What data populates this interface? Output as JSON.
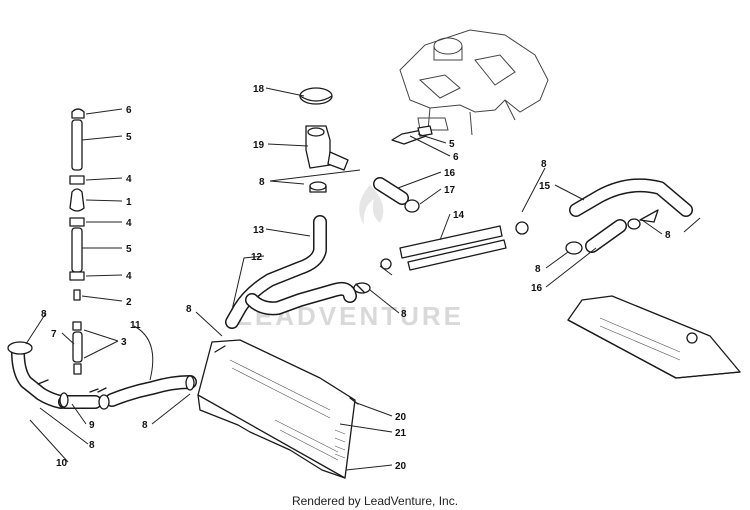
{
  "diagram": {
    "watermark": "LEADVENTURE",
    "footer": "Rendered by LeadVenture, Inc.",
    "callouts": {
      "c6a": "6",
      "c5a": "5",
      "c4a": "4",
      "c1": "1",
      "c4b": "4",
      "c5b": "5",
      "c4c": "4",
      "c2": "2",
      "c3": "3",
      "c7": "7",
      "c8a": "8",
      "c11": "11",
      "c9": "9",
      "c8b": "8",
      "c10": "10",
      "c8c": "8",
      "c18": "18",
      "c19": "19",
      "c8d": "8",
      "c6b": "6",
      "c5c": "5",
      "c16a": "16",
      "c17": "17",
      "c13": "13",
      "c12": "12",
      "c14": "14",
      "c8e": "8",
      "c8f": "8",
      "c20a": "20",
      "c21": "21",
      "c20b": "20",
      "c8g": "8",
      "c15": "15",
      "c8h": "8",
      "c8i": "8",
      "c16b": "16"
    }
  }
}
